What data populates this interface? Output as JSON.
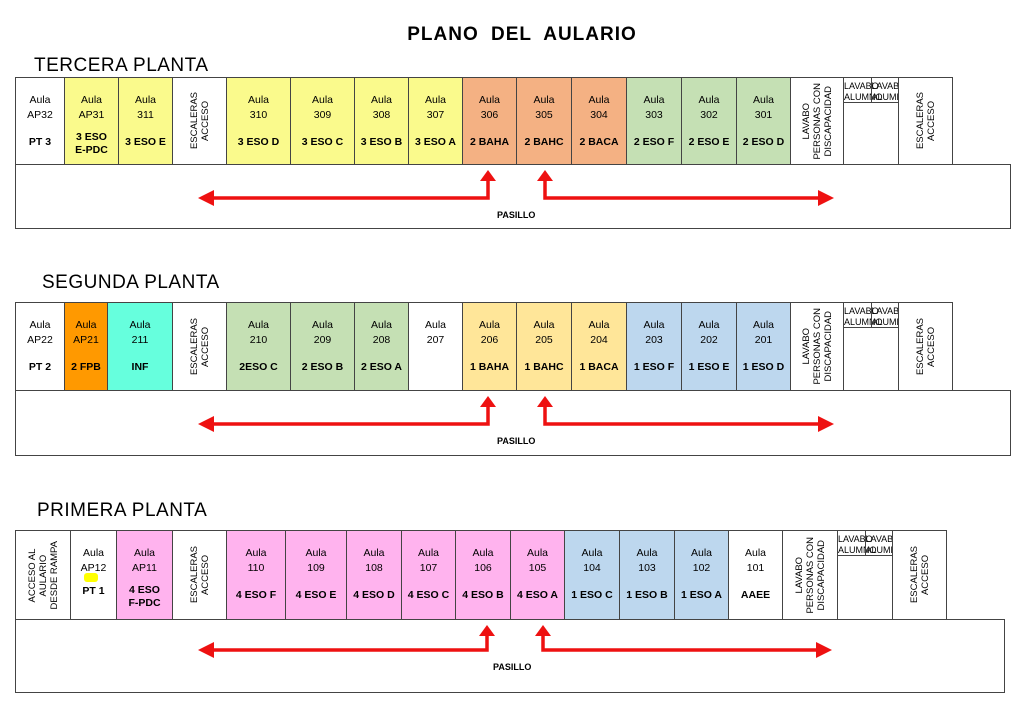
{
  "title": "PLANO DEL AULARIO",
  "corridor_label": "PASILLO",
  "floors": [
    {
      "name": "TERCERA PLANTA",
      "rooms": [
        {
          "a": "Aula",
          "n": "AP32",
          "g": "PT 3",
          "c": "#ffffff"
        },
        {
          "a": "Aula",
          "n": "AP31",
          "g": "3 ESO\nE-PDC",
          "c": "#fafa8c"
        },
        {
          "a": "Aula",
          "n": "311",
          "g": "3 ESO E",
          "c": "#fafa8c"
        },
        {
          "v": "ESCALERAS\nACCESO"
        },
        {
          "a": "Aula",
          "n": "310",
          "g": "3 ESO D",
          "c": "#fafa8c"
        },
        {
          "a": "Aula",
          "n": "309",
          "g": "3 ESO C",
          "c": "#fafa8c"
        },
        {
          "a": "Aula",
          "n": "308",
          "g": "3 ESO B",
          "c": "#fafa8c"
        },
        {
          "a": "Aula",
          "n": "307",
          "g": "3 ESO A",
          "c": "#fafa8c"
        },
        {
          "a": "Aula",
          "n": "306",
          "g": "2 BAHA",
          "c": "#f4b183"
        },
        {
          "a": "Aula",
          "n": "305",
          "g": "2 BAHC",
          "c": "#f4b183"
        },
        {
          "a": "Aula",
          "n": "304",
          "g": "2 BACA",
          "c": "#f4b183"
        },
        {
          "a": "Aula",
          "n": "303",
          "g": "2 ESO F",
          "c": "#c5e0b4"
        },
        {
          "a": "Aula",
          "n": "302",
          "g": "2 ESO E",
          "c": "#c5e0b4"
        },
        {
          "a": "Aula",
          "n": "301",
          "g": "2 ESO D",
          "c": "#c5e0b4"
        },
        {
          "v": "LAVABO\nPERSONAS CON\nDISCAPACIDAD"
        },
        {
          "lav": [
            "LAVABO\nALUMNO",
            "LAVABO\nALUMNA"
          ]
        },
        {
          "v": "ESCALERAS\nACCESO"
        }
      ]
    },
    {
      "name": "SEGUNDA PLANTA",
      "rooms": [
        {
          "a": "Aula",
          "n": "AP22",
          "g": "PT 2",
          "c": "#ffffff",
          "plain": true
        },
        {
          "a": "Aula",
          "n": "AP21",
          "g": "2 FPB",
          "c": "#ff9900"
        },
        {
          "a": "Aula",
          "n": "211",
          "g": "INF",
          "c": "#66ffdd"
        },
        {
          "v": "ESCALERAS\nACCESO"
        },
        {
          "a": "Aula",
          "n": "210",
          "g": "2ESO C",
          "c": "#c5e0b4"
        },
        {
          "a": "Aula",
          "n": "209",
          "g": "2 ESO B",
          "c": "#c5e0b4"
        },
        {
          "a": "Aula",
          "n": "208",
          "g": "2 ESO A",
          "c": "#c5e0b4"
        },
        {
          "a": "Aula",
          "n": "207",
          "g": "",
          "c": "#ffffff"
        },
        {
          "a": "Aula",
          "n": "206",
          "g": "1 BAHA",
          "c": "#ffe699"
        },
        {
          "a": "Aula",
          "n": "205",
          "g": "1 BAHC",
          "c": "#ffe699"
        },
        {
          "a": "Aula",
          "n": "204",
          "g": "1 BACA",
          "c": "#ffe699"
        },
        {
          "a": "Aula",
          "n": "203",
          "g": "1 ESO F",
          "c": "#bdd7ee"
        },
        {
          "a": "Aula",
          "n": "202",
          "g": "1 ESO E",
          "c": "#bdd7ee"
        },
        {
          "a": "Aula",
          "n": "201",
          "g": "1 ESO D",
          "c": "#bdd7ee"
        },
        {
          "v": "LAVABO\nPERSONAS CON\nDISCAPACIDAD"
        },
        {
          "lav": [
            "LAVABO\nALUMNO",
            "LAVABO\nALUMNA"
          ]
        },
        {
          "v": "ESCALERAS\nACCESO"
        }
      ]
    },
    {
      "name": "PRIMERA PLANTA",
      "rooms": [
        {
          "v": "ACCESO AL\nAULARIO\nDESDE RAMPA"
        },
        {
          "a": "Aula",
          "n": "AP12",
          "g": "PT 1",
          "c": "#ffffff",
          "hl": true
        },
        {
          "a": "Aula",
          "n": "AP11",
          "g": "4 ESO\nF-PDC",
          "c": "#ffb3ee"
        },
        {
          "v": "ESCALERAS\nACCESO"
        },
        {
          "a": "Aula",
          "n": "110",
          "g": "4 ESO F",
          "c": "#ffb3ee"
        },
        {
          "a": "Aula",
          "n": "109",
          "g": "4 ESO E",
          "c": "#ffb3ee"
        },
        {
          "a": "Aula",
          "n": "108",
          "g": "4 ESO D",
          "c": "#ffb3ee"
        },
        {
          "a": "Aula",
          "n": "107",
          "g": "4 ESO C",
          "c": "#ffb3ee"
        },
        {
          "a": "Aula",
          "n": "106",
          "g": "4 ESO B",
          "c": "#ffb3ee"
        },
        {
          "a": "Aula",
          "n": "105",
          "g": "4 ESO A",
          "c": "#ffb3ee"
        },
        {
          "a": "Aula",
          "n": "104",
          "g": "1 ESO C",
          "c": "#bdd7ee"
        },
        {
          "a": "Aula",
          "n": "103",
          "g": "1 ESO B",
          "c": "#bdd7ee"
        },
        {
          "a": "Aula",
          "n": "102",
          "g": "1 ESO A",
          "c": "#bdd7ee"
        },
        {
          "a": "Aula",
          "n": "101",
          "g": "AAEE",
          "c": "#ffffff"
        },
        {
          "v": "LAVABO\nPERSONAS CON\nDISCAPACIDAD"
        },
        {
          "lav": [
            "LAVABO\nALUMNO",
            "LAVABO\nALUMNA"
          ]
        },
        {
          "v": "ESCALERAS\nACCESO"
        }
      ]
    }
  ],
  "colors": {
    "arrow": "#ee1111"
  }
}
